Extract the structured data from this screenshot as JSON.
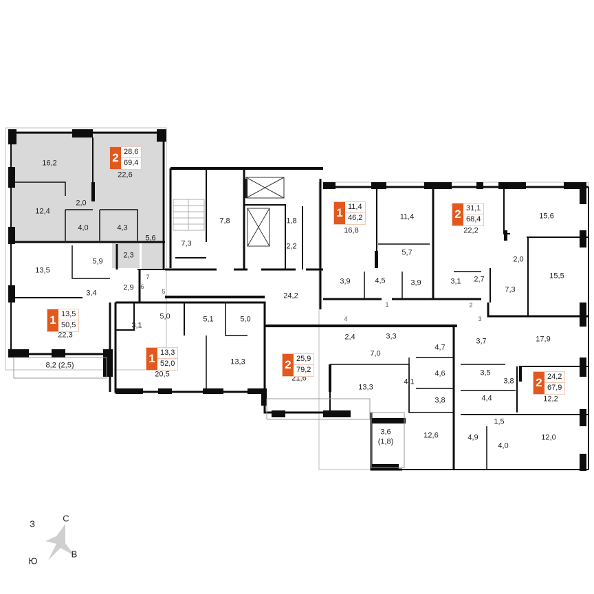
{
  "colors": {
    "accent": "#e2581d",
    "wall": "#0d0d0d",
    "highlight_apartment": "#d9d9d9",
    "badge_border": "#f2c9b6"
  },
  "apartments": [
    {
      "id": "apt-a",
      "rooms": "2",
      "living_area": "28,6",
      "total_area": "69,4",
      "highlighted": true,
      "room_areas": [
        "16,2",
        "22,6",
        "12,4",
        "2,0",
        "4,0",
        "4,3",
        "5,6",
        "2,3"
      ]
    },
    {
      "id": "apt-b",
      "rooms": "1",
      "living_area": "13,5",
      "total_area": "50,5",
      "highlighted": false,
      "room_areas": [
        "13,5",
        "5,9",
        "3,4",
        "22,3",
        "8,2 (2,5)"
      ]
    },
    {
      "id": "apt-c",
      "rooms": "1",
      "living_area": "13,3",
      "total_area": "52,0",
      "highlighted": false,
      "room_areas": [
        "5,0",
        "3,1",
        "5,1",
        "5,0",
        "20,5",
        "13,3"
      ]
    },
    {
      "id": "apt-d",
      "rooms": "1",
      "living_area": "11,4",
      "total_area": "46,2",
      "highlighted": false,
      "room_areas": [
        "16,8",
        "11,4",
        "5,7",
        "3,9",
        "4,5",
        "3,9"
      ]
    },
    {
      "id": "apt-e",
      "rooms": "2",
      "living_area": "31,1",
      "total_area": "68,4",
      "highlighted": false,
      "room_areas": [
        "22,2",
        "15,6",
        "2,0",
        "15,5",
        "3,1",
        "2,7",
        "7,3"
      ]
    },
    {
      "id": "apt-f",
      "rooms": "2",
      "living_area": "25,9",
      "total_area": "79,2",
      "highlighted": false,
      "room_areas": [
        "2,4",
        "3,3",
        "7,0",
        "21,6",
        "13,3",
        "4,7",
        "4,6",
        "4,1",
        "3,8",
        "12,6",
        "3,6 (1,8)"
      ]
    },
    {
      "id": "apt-g",
      "rooms": "2",
      "living_area": "24,2",
      "total_area": "67,9",
      "highlighted": false,
      "room_areas": [
        "17,9",
        "3,7",
        "3,5",
        "3,8",
        "12,2",
        "4,4",
        "1,5",
        "4,9",
        "4,0",
        "12,0"
      ]
    }
  ],
  "common_areas": [
    {
      "name": "stairwell",
      "area": "7,3"
    },
    {
      "name": "elevator-hall",
      "area": "7,8"
    },
    {
      "name": "utility-1",
      "area": "1,8"
    },
    {
      "name": "utility-2",
      "area": "2,2"
    },
    {
      "name": "corridor",
      "area": "24,2"
    },
    {
      "name": "vestibule",
      "area": "2,9"
    }
  ],
  "door_numbers": [
    "1",
    "2",
    "3",
    "4",
    "5",
    "6",
    "7"
  ],
  "compass": {
    "north": "С",
    "east": "В",
    "south": "Ю",
    "west": "З"
  },
  "labels": {
    "a1": "16,2",
    "a2": "22,6",
    "a3": "12,4",
    "a4": "2,0",
    "a5": "4,0",
    "a6": "4,3",
    "a7": "5,6",
    "a8": "2,3",
    "b1": "13,5",
    "b2": "5,9",
    "b3": "3,4",
    "b4": "22,3",
    "b5": "8,2 (2,5)",
    "c1": "5,0",
    "c2": "3,1",
    "c3": "5,1",
    "c4": "5,0",
    "c5": "20,5",
    "c6": "13,3",
    "s1": "7,3",
    "s2": "7,8",
    "s3": "1,8",
    "s4": "2,2",
    "s5": "24,2",
    "s6": "2,9",
    "d1": "16,8",
    "d2": "11,4",
    "d3": "5,7",
    "d4": "3,9",
    "d5": "4,5",
    "d6": "3,9",
    "e1": "22,2",
    "e2": "15,6",
    "e3": "2,0",
    "e4": "15,5",
    "e5": "3,1",
    "e6": "2,7",
    "e7": "7,3",
    "f1": "2,4",
    "f2": "3,3",
    "f3": "7,0",
    "f4": "21,6",
    "f5": "13,3",
    "f6": "4,7",
    "f7": "4,6",
    "f8": "4,1",
    "f9": "3,8",
    "f10": "12,6",
    "f11": "3,6",
    "f12": "(1,8)",
    "g1": "17,9",
    "g2": "3,7",
    "g3": "3,5",
    "g4": "3,8",
    "g5": "12,2",
    "g6": "4,4",
    "g7": "1,5",
    "g8": "4,9",
    "g9": "4,0",
    "g10": "12,0"
  }
}
